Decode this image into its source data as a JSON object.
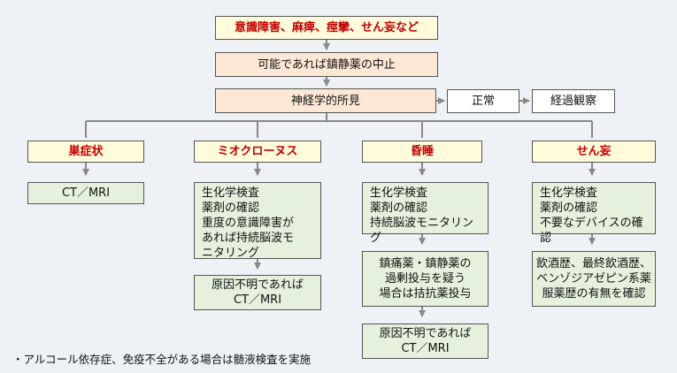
{
  "top": "意識障害、麻痺、痙攣、せん妄など",
  "stop_sedation": "可能であれば鎮静薬の中止",
  "neuro_findings": "神経学的所見",
  "normal": "正常",
  "observe": "経過観察",
  "focal": {
    "title": "巣症状",
    "steps": [
      "CT／MRI"
    ]
  },
  "myoclonus": {
    "title": "ミオクローヌス",
    "steps": [
      "生化学検査\n薬剤の確認\n重度の意識障害が\nあれば持続脳波モ\nニタリング",
      "原因不明であれば\nCT／MRI"
    ]
  },
  "coma": {
    "title": "昏睡",
    "steps": [
      "生化学検査\n薬剤の確認\n持続脳波モニタリング",
      "鎮痛薬・鎮静薬の\n過剰投与を疑う\n場合は拮抗薬投与",
      "原因不明であれば\nCT／MRI"
    ]
  },
  "delirium": {
    "title": "せん妄",
    "steps": [
      "生化学検査\n薬剤の確認\n不要なデバイスの確認",
      "飲酒歴、最終飲酒歴、\nベンゾジアゼピン系薬\n服薬歴の有無を確認"
    ]
  },
  "footnote": "・アルコール依存症、免疫不全がある場合は髄液検査を実施"
}
